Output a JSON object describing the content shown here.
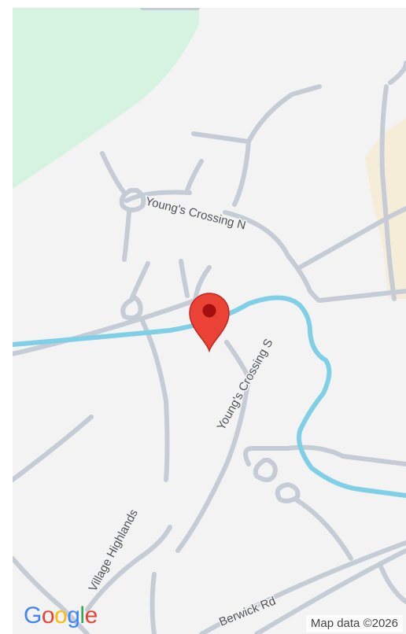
{
  "map": {
    "roads": {
      "youngs_crossing_n": "Young's Crossing N",
      "youngs_crossing_s": "Young's Crossing S",
      "village_highlands": "Village Highlands",
      "berwick_rd": "Berwick Rd"
    },
    "attribution": "Map data ©2026",
    "logo": [
      "G",
      "o",
      "o",
      "g",
      "l",
      "e"
    ],
    "colors": {
      "background": "#f3f3f3",
      "park": "#d6f3e1",
      "sand": "#f6edd9",
      "water": "#7fd0e6",
      "road": "#c5ccd6",
      "marker": "#ea4335",
      "marker_dot": "#a50e0e"
    },
    "marker": {
      "icon": "map-pin-icon"
    }
  }
}
